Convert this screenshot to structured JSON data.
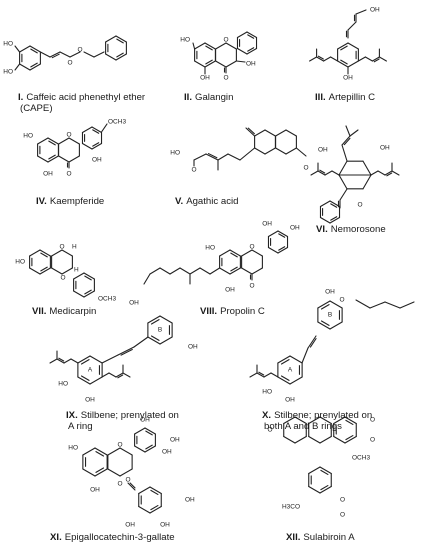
{
  "compounds": [
    {
      "numeral": "I.",
      "name": "Caffeic acid phenethyl ether",
      "name_line2": "(CAPE)"
    },
    {
      "numeral": "II.",
      "name": "Galangin"
    },
    {
      "numeral": "III.",
      "name": "Artepillin C"
    },
    {
      "numeral": "IV.",
      "name": "Kaempferide"
    },
    {
      "numeral": "V.",
      "name": "Agathic acid"
    },
    {
      "numeral": "VI.",
      "name": "Nemorosone"
    },
    {
      "numeral": "VII.",
      "name": "Medicarpin"
    },
    {
      "numeral": "VIII.",
      "name": "Propolin C"
    },
    {
      "numeral": "IX.",
      "name": "Stilbene; prenylated on",
      "name_line2": "A ring"
    },
    {
      "numeral": "X.",
      "name": "Stilbene; prenylated on",
      "name_line2": "both A and B rings"
    },
    {
      "numeral": "XI.",
      "name": "Epigallocatechin-3-gallate"
    },
    {
      "numeral": "XII.",
      "name": "Sulabiroin A"
    }
  ],
  "atom_labels": {
    "oh": "OH",
    "ho": "HO",
    "o": "O",
    "och3": "OCH3",
    "h3co": "H3CO",
    "ring_a": "A",
    "ring_b": "B",
    "h": "H"
  }
}
